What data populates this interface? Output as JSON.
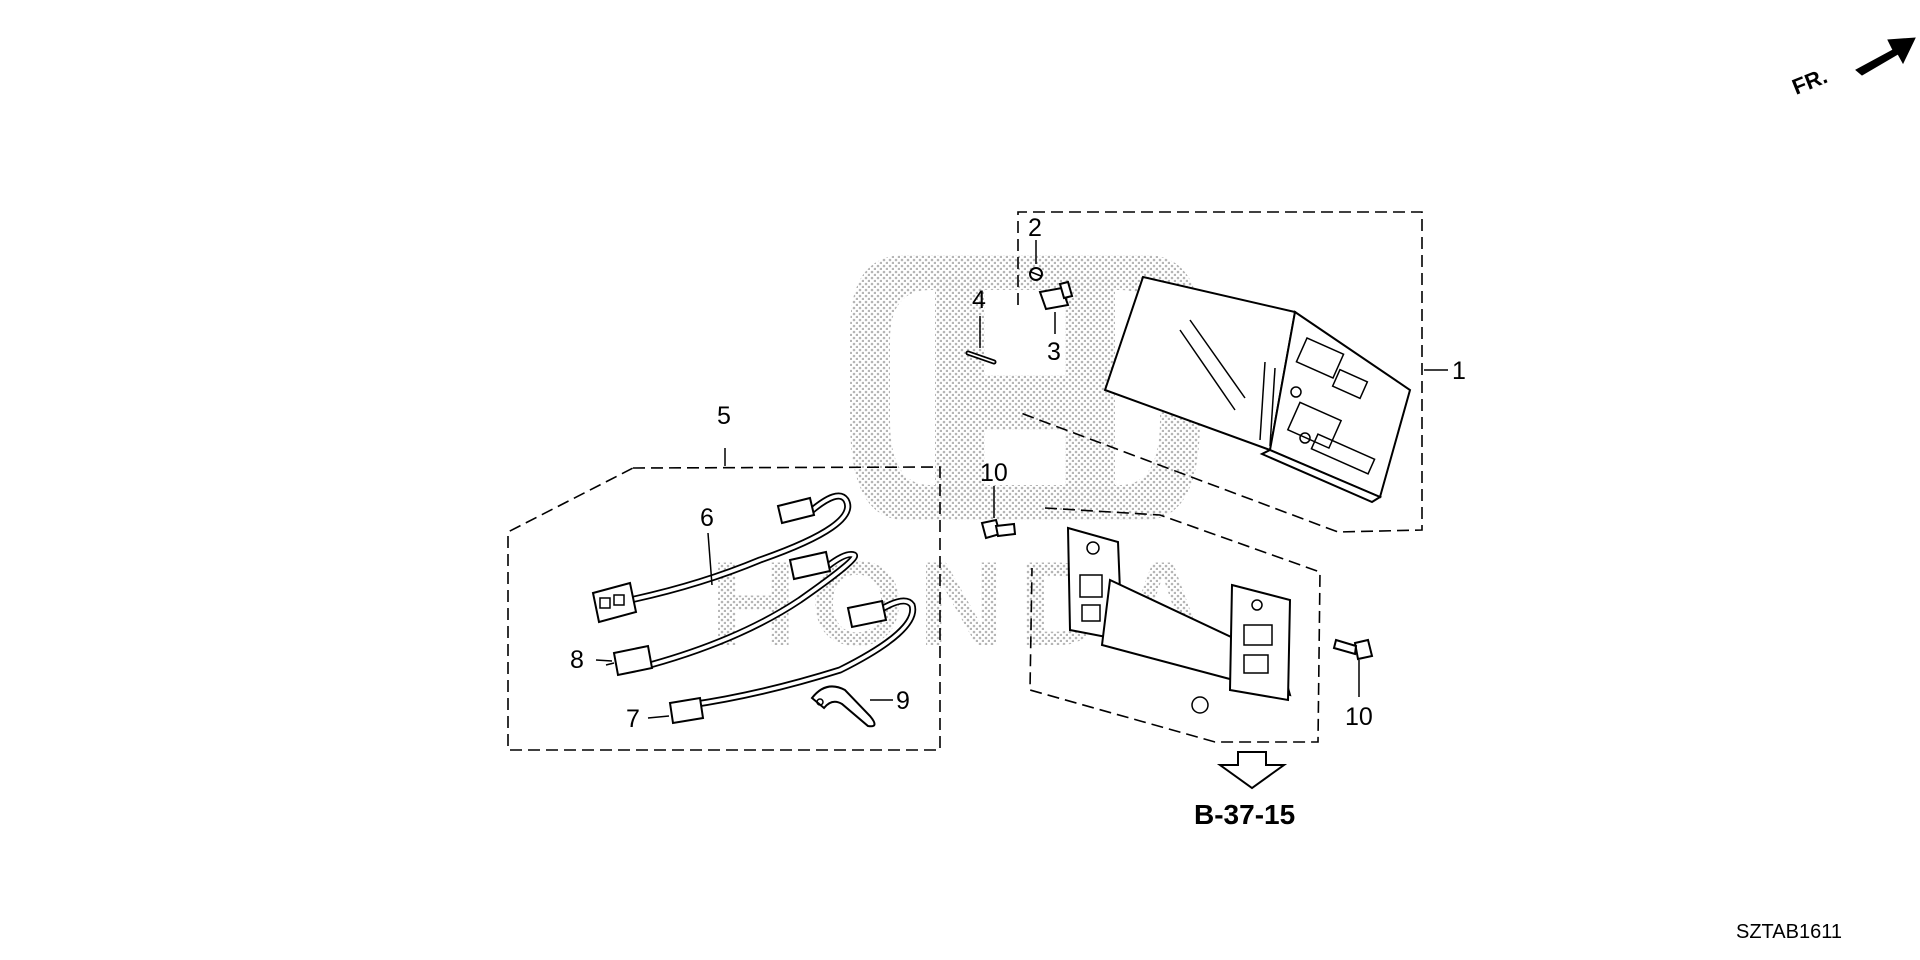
{
  "diagram": {
    "direction_label": "FR.",
    "reference_label": "B-37-15",
    "diagram_code": "SZTAB1611",
    "watermark": "HONDA",
    "callouts": {
      "c1": "1",
      "c2": "2",
      "c3": "3",
      "c4": "4",
      "c5": "5",
      "c6": "6",
      "c7": "7",
      "c8": "8",
      "c9": "9",
      "c10a": "10",
      "c10b": "10"
    }
  }
}
